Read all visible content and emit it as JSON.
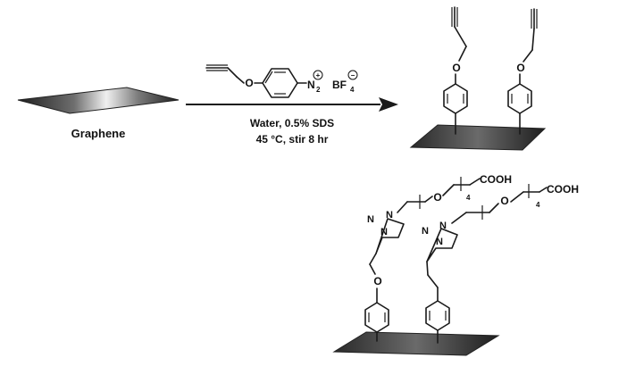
{
  "reagent_labels": {
    "oxygen": "O",
    "diazonium": "N",
    "diazonium_subscript": "2",
    "counterion": "BF",
    "counterion_subscript": "4",
    "charge_plus": "+",
    "charge_minus": "−"
  },
  "start_label": "Graphene",
  "conditions": [
    "Water, 0.5% SDS",
    "45 °C, stir 8 hr"
  ],
  "product_top": {
    "oxygen_labels": [
      "O",
      "O"
    ]
  },
  "product_bottom": {
    "oxygen_labels": [
      "O",
      "O",
      "O"
    ],
    "cooh_labels": [
      "COOH",
      "COOH"
    ],
    "repeat_subscripts": [
      "4",
      "4"
    ],
    "triazole_atoms": [
      "N",
      "N",
      "N",
      "N",
      "N",
      "N"
    ]
  }
}
